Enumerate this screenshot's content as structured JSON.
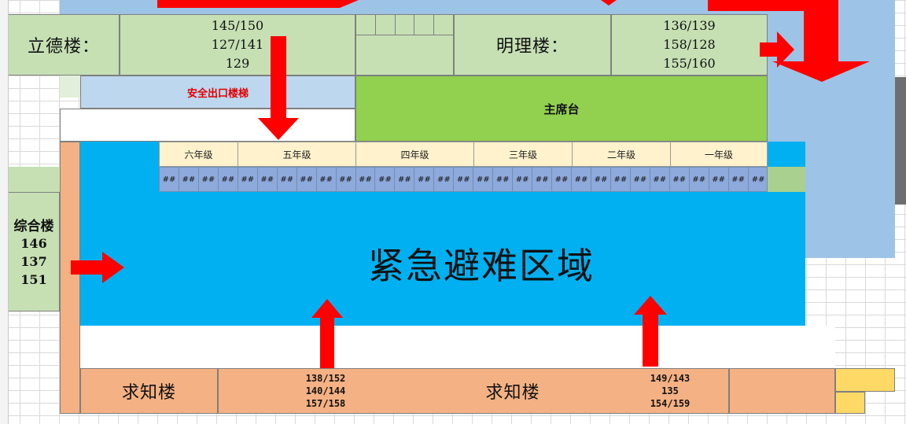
{
  "buildings": {
    "lide": {
      "name": "立德楼：",
      "counts": "145/150\n127/141\n129"
    },
    "mingli": {
      "name": "明理楼：",
      "counts": "136/139\n158/128\n155/160"
    },
    "zonghe": {
      "name": "综合楼",
      "counts": "146\n137\n151"
    },
    "qiuzhi_left": {
      "name": "求知楼"
    },
    "qiuzhi_mid": {
      "name": "求知楼"
    },
    "qiuzhi_counts_a": "138/152\n140/144\n157/158",
    "qiuzhi_counts_b": "149/143\n135\n154/159"
  },
  "stairs_label": "安全出口楼梯",
  "stage_label": "主席台",
  "emergency_label": "紧急避难区域",
  "grades": [
    "六年级",
    "五年级",
    "四年级",
    "三年级",
    "二年级",
    "一年级"
  ],
  "seat_marker": "##",
  "seat_count": 31,
  "colors": {
    "green_light": "#c6e0b4",
    "green_stage": "#92d050",
    "blue_light": "#bdd7ee",
    "blue_top": "#9dc3e6",
    "cyan": "#00b0f0",
    "orange": "#f4b183",
    "grade_bg": "#fff2cc",
    "seat_bg": "#8ea9db",
    "yellow": "#ffd966",
    "arrow_red": "#ff0000"
  }
}
